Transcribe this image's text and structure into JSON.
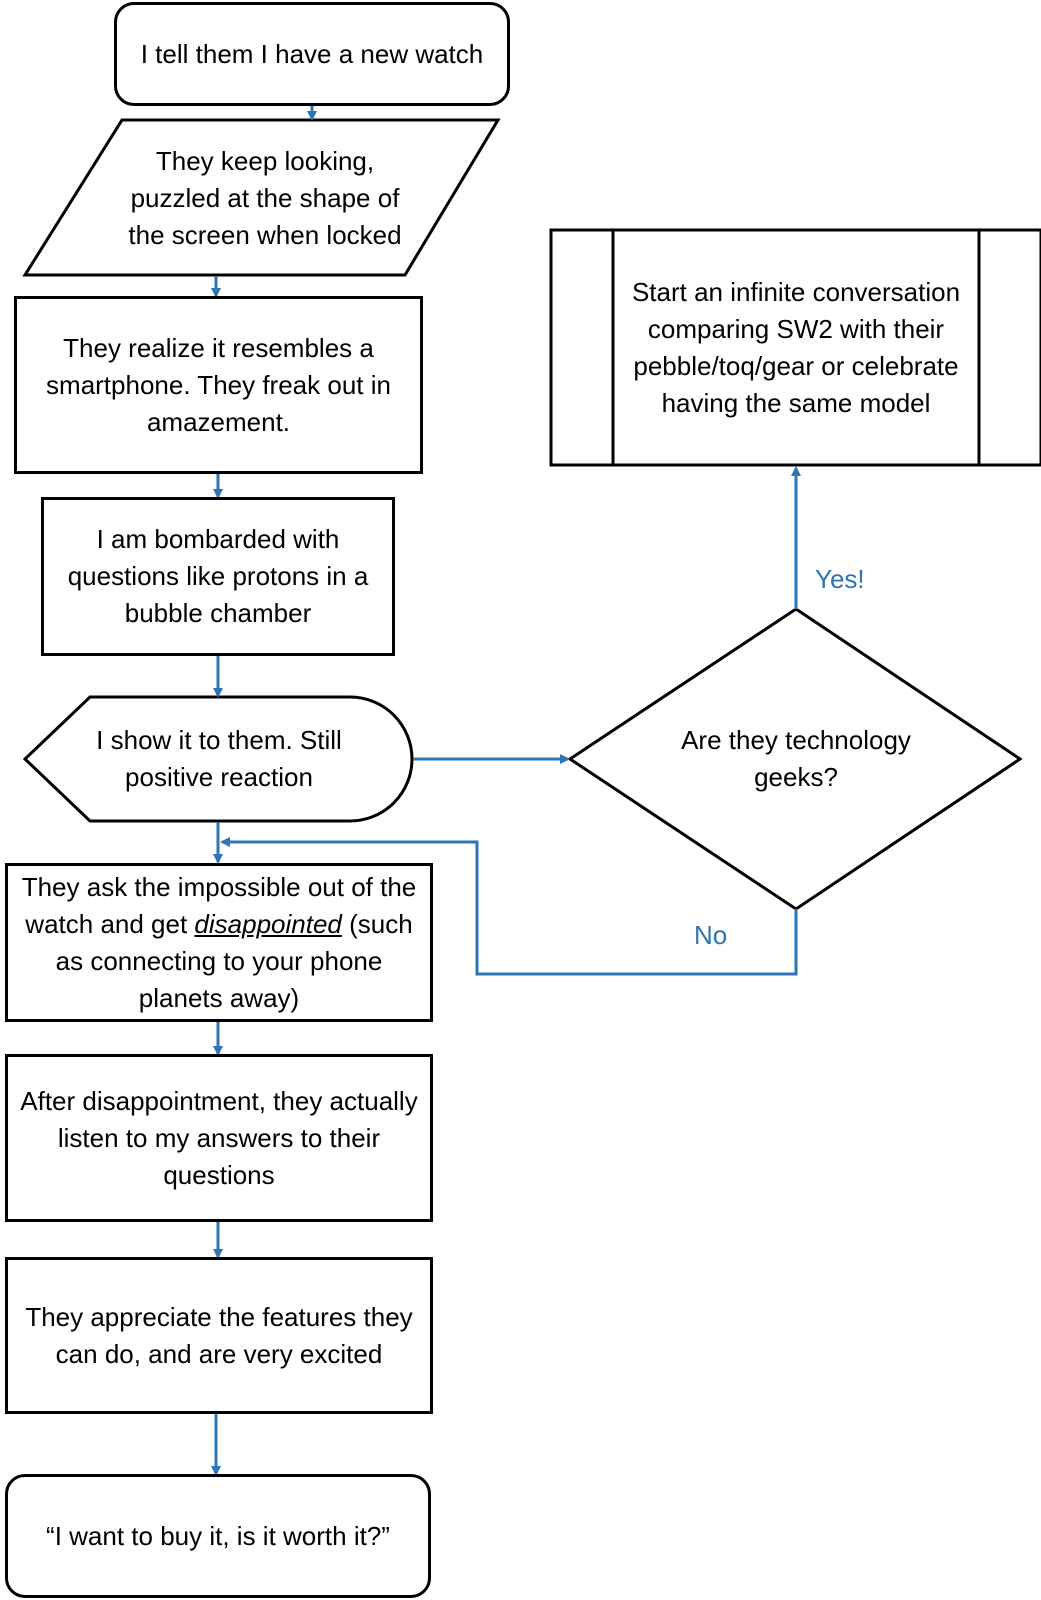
{
  "nodes": {
    "start": "I tell them I have a new watch",
    "looking": "They keep looking, puzzled at the shape of the screen when locked",
    "realize": "They realize it resembles a smartphone. They freak out in amazement.",
    "bombarded": "I am bombarded with questions like protons in a bubble chamber",
    "show": "I show it to them. Still positive reaction",
    "ask_before": "They ask the impossible out of the watch and get ",
    "ask_emph": "disappointed",
    "ask_after": " (such as connecting to your phone planets away)",
    "listen": "After disappointment, they actually listen to my answers to their questions",
    "appreciate": "They appreciate the features they can do, and are very excited",
    "end": "“I want to buy it, is it worth it?”",
    "decision": "Are they technology geeks?",
    "conversation": "Start an infinite conversation comparing SW2 with their pebble/toq/gear or celebrate having the same model"
  },
  "edge_labels": {
    "yes": "Yes!",
    "no": "No"
  },
  "colors": {
    "connector": "#2E75B6",
    "outline": "#000000"
  }
}
